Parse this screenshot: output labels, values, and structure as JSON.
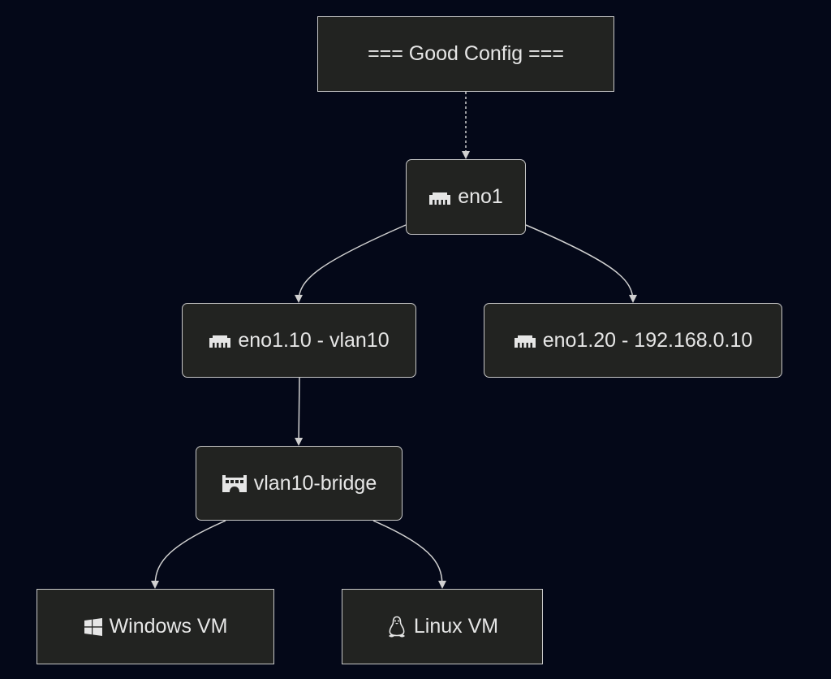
{
  "diagram": {
    "nodes": {
      "good_config": {
        "label": "=== Good Config ==="
      },
      "eno1": {
        "label": "eno1",
        "icon": "ethernet-icon"
      },
      "eno1_10": {
        "label": "eno1.10 - vlan10",
        "icon": "ethernet-icon"
      },
      "eno1_20": {
        "label": "eno1.20 - 192.168.0.10",
        "icon": "ethernet-icon"
      },
      "vlan10_bridge": {
        "label": "vlan10-bridge",
        "icon": "bridge-icon"
      },
      "windows_vm": {
        "label": "Windows VM",
        "icon": "windows-icon"
      },
      "linux_vm": {
        "label": "Linux VM",
        "icon": "linux-icon"
      }
    },
    "edges": [
      {
        "from": "good_config",
        "to": "eno1",
        "style": "dotted"
      },
      {
        "from": "eno1",
        "to": "eno1_10",
        "style": "solid"
      },
      {
        "from": "eno1",
        "to": "eno1_20",
        "style": "solid"
      },
      {
        "from": "eno1_10",
        "to": "vlan10_bridge",
        "style": "solid"
      },
      {
        "from": "vlan10_bridge",
        "to": "windows_vm",
        "style": "solid"
      },
      {
        "from": "vlan10_bridge",
        "to": "linux_vm",
        "style": "solid"
      }
    ],
    "colors": {
      "background": "#040818",
      "node_fill": "#222321",
      "node_border": "#c8c8c8",
      "text": "#e6e6e6",
      "edge": "#d0d0d0"
    }
  }
}
